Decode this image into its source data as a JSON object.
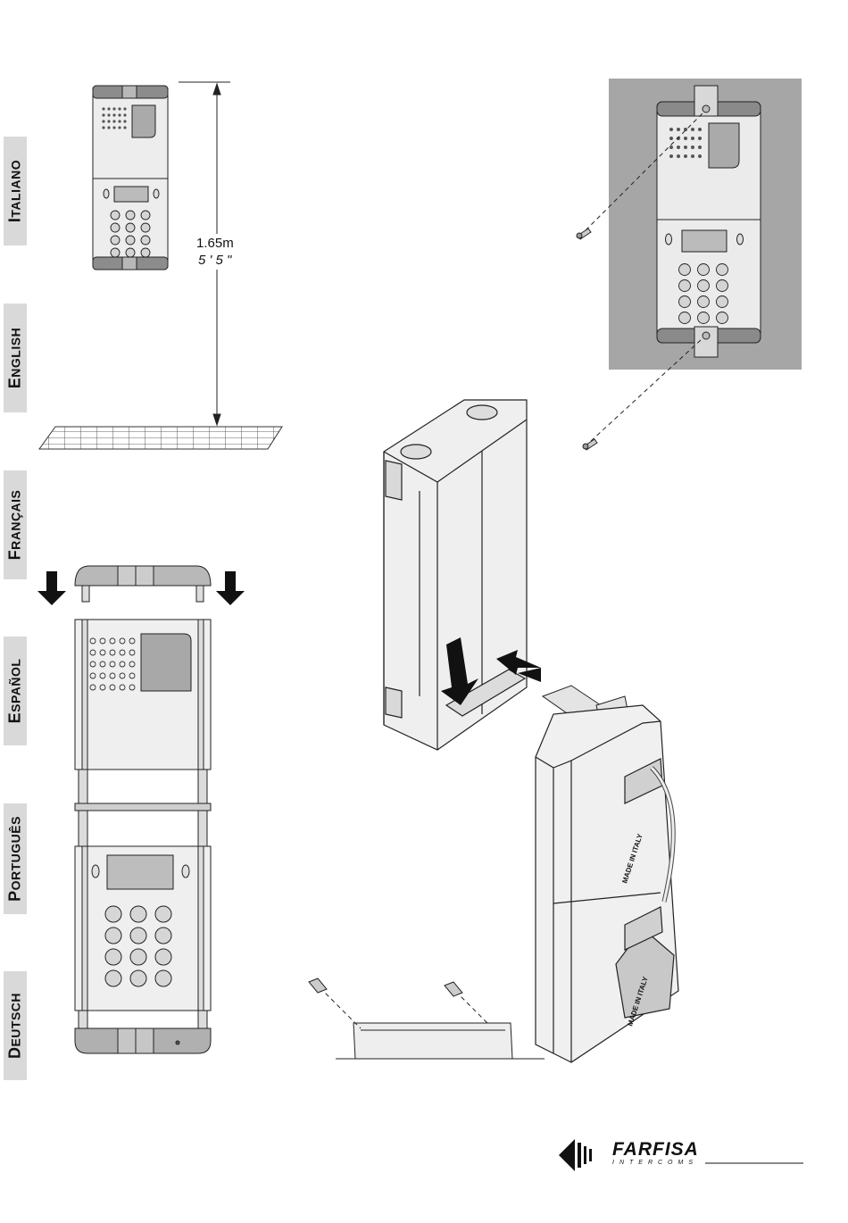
{
  "sidebar": {
    "languages": [
      {
        "first": "I",
        "rest": "TALIANO"
      },
      {
        "first": "E",
        "rest": "NGLISH"
      },
      {
        "first": "F",
        "rest": "RANÇAIS"
      },
      {
        "first": "E",
        "rest": "SPAÑOL"
      },
      {
        "first": "P",
        "rest": "ORTUGUÊS"
      },
      {
        "first": "D",
        "rest": "EUTSCH"
      }
    ]
  },
  "height_dimension": {
    "metric": "1.65m",
    "imperial": "5 ' 5 \""
  },
  "device_labels": {
    "made_in": "MADE IN ITALY"
  },
  "brand": {
    "name": "FARFISA",
    "tagline": "INTERCOMS"
  },
  "colors": {
    "sidebar_bg": "#d9d9d9",
    "wall_bg": "#a6a6a6",
    "line": "#222222"
  }
}
